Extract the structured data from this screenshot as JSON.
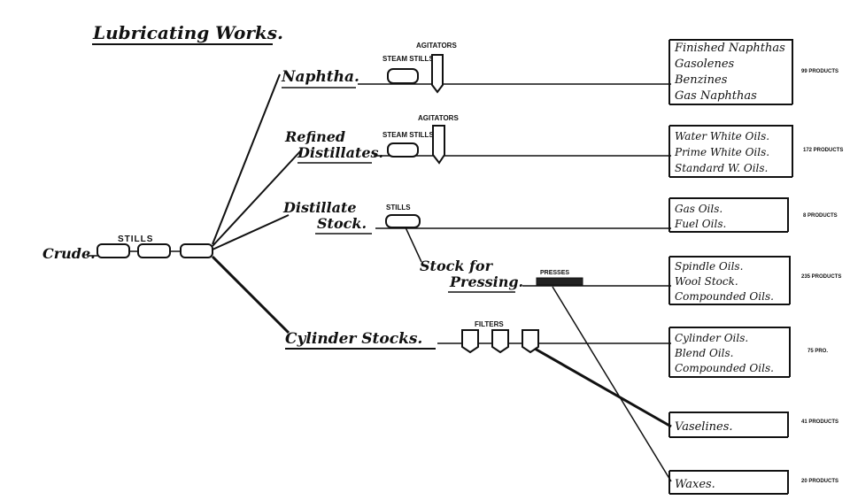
{
  "title": "Lubricating Works.",
  "crude": {
    "label": "Crude.",
    "stills_label": "STILLS"
  },
  "naphtha": {
    "label": "Naphtha.",
    "steam_stills_label": "STEAM STILLS",
    "agitators_label": "AGITATORS",
    "products": [
      "Finished Naphthas",
      "Gasolenes",
      "Benzines",
      "Gas Naphthas"
    ],
    "note": "99 PRODUCTS"
  },
  "refined": {
    "label_line1": "Refined",
    "label_line2": "Distillates.",
    "steam_stills_label": "STEAM STILLS",
    "agitators_label": "AGITATORS",
    "products": [
      "Water White Oils.",
      "Prime White Oils.",
      "Standard W. Oils."
    ],
    "note": "172 PRODUCTS"
  },
  "distillate": {
    "label_line1": "Distillate",
    "label_line2": "Stock.",
    "stills_label": "STILLS",
    "products": [
      "Gas Oils.",
      "Fuel Oils."
    ],
    "note": "8 PRODUCTS"
  },
  "pressing": {
    "label_line1": "Stock for",
    "label_line2": "Pressing.",
    "presses_label": "PRESSES",
    "products": [
      "Spindle Oils.",
      "Wool Stock.",
      "Compounded Oils."
    ],
    "note": "235 PRODUCTS"
  },
  "cylinder": {
    "label": "Cylinder Stocks.",
    "filters_label": "FILTERS",
    "products": [
      "Cylinder Oils.",
      "Blend Oils.",
      "Compounded Oils."
    ],
    "note": "75 PRO."
  },
  "vaselines": {
    "label": "Vaselines.",
    "note": "41 PRODUCTS"
  },
  "waxes": {
    "label": "Waxes.",
    "note": "20 PRODUCTS"
  }
}
